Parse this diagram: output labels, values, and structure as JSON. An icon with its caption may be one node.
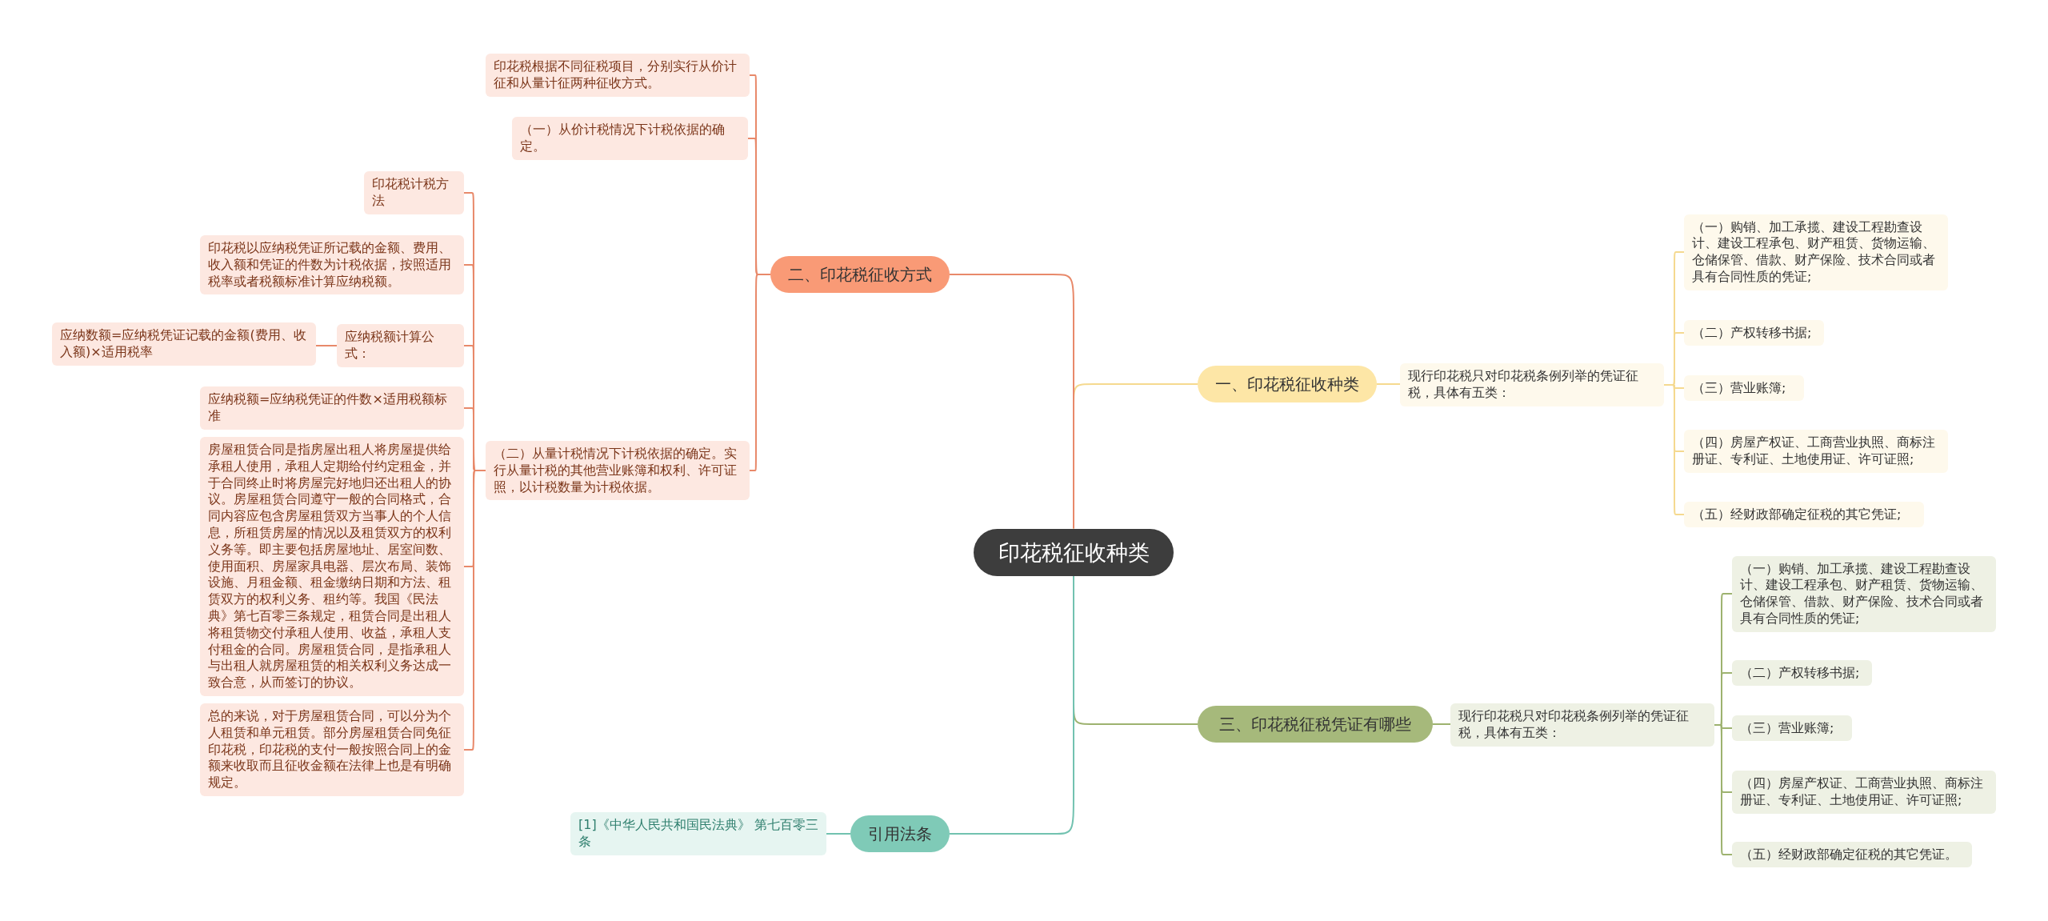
{
  "diagram": {
    "nodes": [
      {
        "text": [
          "印花税征收种类"
        ]
      },
      {
        "text": [
          "一、印花税征收种类"
        ]
      },
      {
        "text": [
          "现行印花税只对印花税条例列举的凭证征税，具体有五类："
        ]
      },
      {
        "text": [
          "（一）购销、加工承揽、建设工程勘查设计、建设工程承包、财产租赁、货物运输、仓储保管、借款、财产保险、技术合同或者具有合同性质的凭证;"
        ]
      },
      {
        "text": [
          "（二）产权转移书据;"
        ]
      },
      {
        "text": [
          "（三）营业账簿;"
        ]
      },
      {
        "text": [
          "（四）房屋产权证、工商营业执照、商标注册证、专利证、土地使用证、许可证照;"
        ]
      },
      {
        "text": [
          "（五）经财政部确定征税的其它凭证;"
        ]
      },
      {
        "text": [
          "二、印花税征收方式"
        ]
      },
      {
        "text": [
          "印花税根据不同征税项目，分别实行从价计征和从量计征两种征收方式。"
        ]
      },
      {
        "text": [
          "（一）从价计税情况下计税依据的确定。"
        ]
      },
      {
        "text": [
          "（二）从量计税情况下计税依据的确定。实行从量计税的其他营业账簿和权利、许可证照，以计税数量为计税依据。"
        ]
      },
      {
        "text": [
          "印花税计税方法"
        ]
      },
      {
        "text": [
          "印花税以应纳税凭证所记载的金额、费用、收入额和凭证的件数为计税依据，按照适用税率或者税额标准计算应纳税额。"
        ]
      },
      {
        "text": [
          "应纳税额计算公式："
        ]
      },
      {
        "text": [
          "应纳数额=应纳税凭证记载的金额(费用、收入额)×适用税率"
        ]
      },
      {
        "text": [
          "应纳税额=应纳税凭证的件数×适用税额标准"
        ]
      },
      {
        "text": [
          "房屋租赁合同是指房屋出租人将房屋提供给承租人使用，承租人定期给付约定租金，并于合同终止时将房屋完好地归还出租人的协议。房屋租赁合同遵守一般的合同格式，合同内容应包含房屋租赁双方当事人的个人信息，所租赁房屋的情况以及租赁双方的权利义务等。即主要包括房屋地址、居室间数、使用面积、房屋家具电器、层次布局、装饰设施、月租金额、租金缴纳日期和方法、租赁双方的权利义务、租约等。我国《民法典》第七百零三条规定，租赁合同是出租人将租赁物交付承租人使用、收益，承租人支付租金的合同。房屋租赁合同，是指承租人与出租人就房屋租赁的相关权利义务达成一致合意，从而签订的协议。"
        ]
      },
      {
        "text": [
          "总的来说，对于房屋租赁合同，可以分为个人租赁和单元租赁。部分房屋租赁合同免征印花税，印花税的支付一般按照合同上的金额来收取而且征收金额在法律上也是有明确规定。"
        ]
      },
      {
        "text": [
          "三、印花税征税凭证有哪些"
        ]
      },
      {
        "text": [
          "现行印花税只对印花税条例列举的凭证征税，具体有五类："
        ]
      },
      {
        "text": [
          "（一）购销、加工承揽、建设工程勘查设计、建设工程承包、财产租赁、货物运输、仓储保管、借款、财产保险、技术合同或者具有合同性质的凭证;"
        ]
      },
      {
        "text": [
          "（二）产权转移书据;"
        ]
      },
      {
        "text": [
          "（三）营业账簿;"
        ]
      },
      {
        "text": [
          "（四）房屋产权证、工商营业执照、商标注册证、专利证、土地使用证、许可证照;"
        ]
      },
      {
        "text": [
          "（五）经财政部确定征税的其它凭证。"
        ]
      },
      {
        "text": [
          "引用法条"
        ]
      },
      {
        "text": [
          "[1]《中华人民共和国民法典》 第七百零三条"
        ]
      }
    ],
    "edges": [
      {
        "from": 0,
        "to": 1,
        "arrow": "none",
        "color": "#f5d98f"
      },
      {
        "from": 1,
        "to": 2,
        "arrow": "none",
        "color": "#f5d98f"
      },
      {
        "from": 2,
        "to": 3,
        "arrow": "none",
        "color": "#f5d98f"
      },
      {
        "from": 2,
        "to": 4,
        "arrow": "none",
        "color": "#f5d98f"
      },
      {
        "from": 2,
        "to": 5,
        "arrow": "none",
        "color": "#f5d98f"
      },
      {
        "from": 2,
        "to": 6,
        "arrow": "none",
        "color": "#f5d98f"
      },
      {
        "from": 2,
        "to": 7,
        "arrow": "none",
        "color": "#f5d98f"
      },
      {
        "from": 0,
        "to": 8,
        "arrow": "none"
      },
      {
        "from": 8,
        "to": 9,
        "arrow": "none"
      },
      {
        "from": 8,
        "to": 10,
        "arrow": "none"
      },
      {
        "from": 8,
        "to": 11,
        "arrow": "none"
      },
      {
        "from": 11,
        "to": 12,
        "arrow": "none"
      },
      {
        "from": 11,
        "to": 13,
        "arrow": "none"
      },
      {
        "from": 11,
        "to": 14,
        "arrow": "none"
      },
      {
        "from": 14,
        "to": 15,
        "arrow": "none"
      },
      {
        "from": 11,
        "to": 16,
        "arrow": "none"
      },
      {
        "from": 11,
        "to": 17,
        "arrow": "none"
      },
      {
        "from": 11,
        "to": 18,
        "arrow": "none"
      },
      {
        "from": 0,
        "to": 19,
        "arrow": "none",
        "color": "#9db26f"
      },
      {
        "from": 19,
        "to": 20,
        "arrow": "none",
        "color": "#9db26f"
      },
      {
        "from": 20,
        "to": 21,
        "arrow": "none",
        "color": "#9db26f"
      },
      {
        "from": 20,
        "to": 22,
        "arrow": "none",
        "color": "#9db26f"
      },
      {
        "from": 20,
        "to": 23,
        "arrow": "none",
        "color": "#9db26f"
      },
      {
        "from": 20,
        "to": 24,
        "arrow": "none",
        "color": "#9db26f"
      },
      {
        "from": 20,
        "to": 25,
        "arrow": "none",
        "color": "#9db26f"
      },
      {
        "from": 0,
        "to": 26,
        "arrow": "none",
        "color": "#72c2b0"
      },
      {
        "from": 26,
        "to": 27,
        "arrow": "none",
        "color": "#72c2b0"
      }
    ]
  }
}
